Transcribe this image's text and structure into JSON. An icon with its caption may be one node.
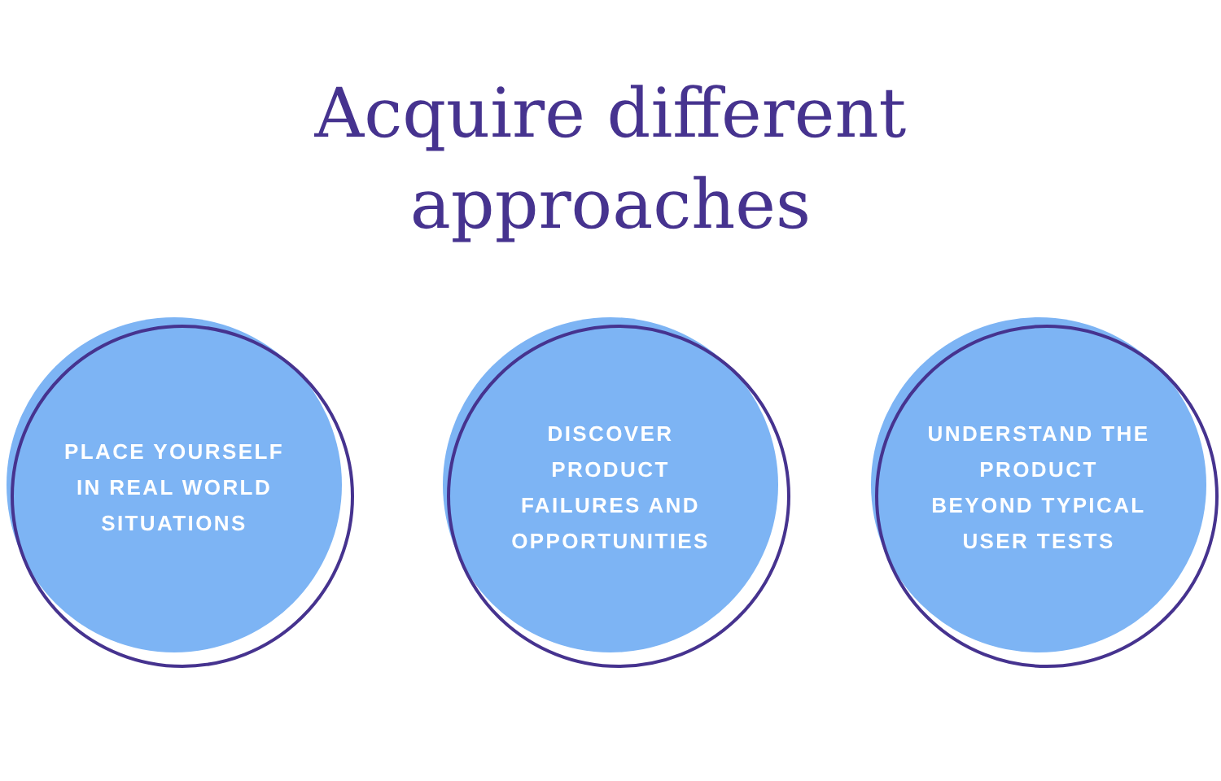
{
  "diagram": {
    "title": "Acquire different approaches",
    "nodes": [
      {
        "text": [
          "PLACE YOURSELF IN REAL WORLD SITUATIONS"
        ]
      },
      {
        "text": [
          "DISCOVER PRODUCT FAILURES AND OPPORTUNITIES"
        ]
      },
      {
        "text": [
          "UNDERSTAND THE PRODUCT BEYOND TYPICAL USER TESTS"
        ]
      }
    ]
  }
}
